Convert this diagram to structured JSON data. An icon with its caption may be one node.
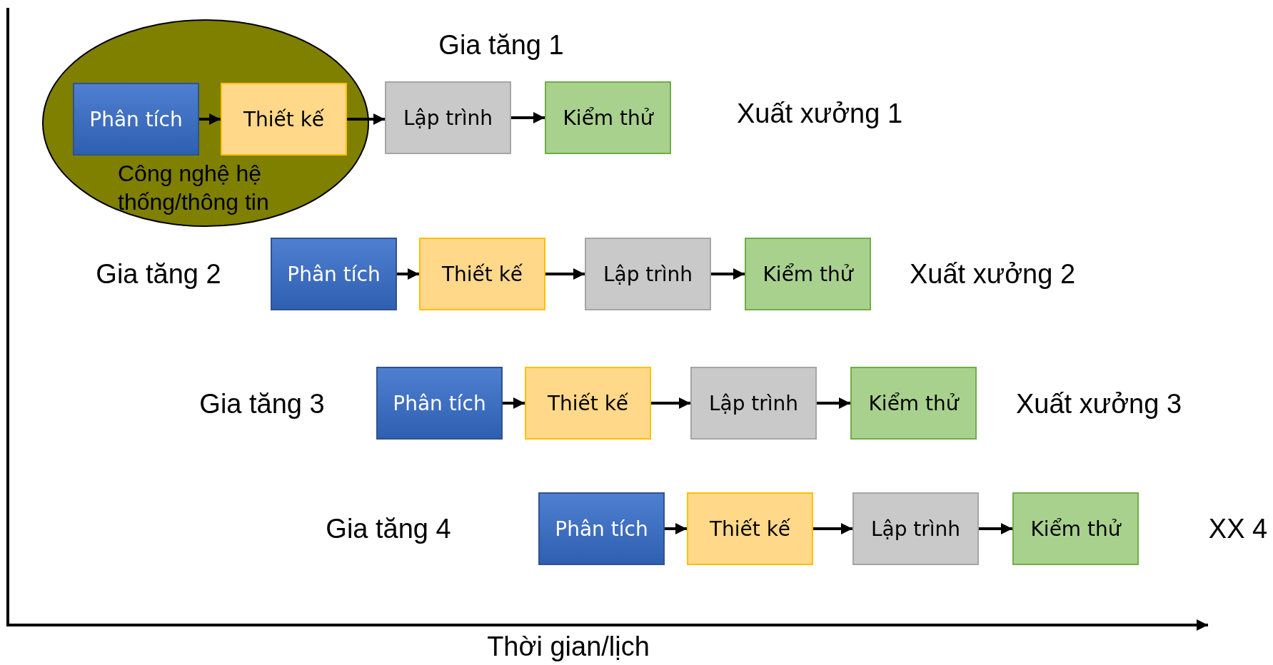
{
  "diagram": {
    "nodes": [
      {
        "text": [
          "Công nghệ hệ thống/thông tin"
        ]
      },
      {
        "text": [
          "Phân tích"
        ],
        "in": 0
      },
      {
        "text": [
          "Thiết kế"
        ],
        "in": 0
      },
      {
        "text": [
          "Lập trình"
        ]
      },
      {
        "text": [
          "Kiểm thử"
        ]
      },
      {
        "text": [
          "Phân tích"
        ]
      },
      {
        "text": [
          "Thiết kế"
        ]
      },
      {
        "text": [
          "Lập trình"
        ]
      },
      {
        "text": [
          "Kiểm thử"
        ]
      },
      {
        "text": [
          "Phân tích"
        ]
      },
      {
        "text": [
          "Thiết kế"
        ]
      },
      {
        "text": [
          "Lập trình"
        ]
      },
      {
        "text": [
          "Kiểm thử"
        ]
      },
      {
        "text": [
          "Phân tích"
        ]
      },
      {
        "text": [
          "Thiết kế"
        ]
      },
      {
        "text": [
          "Lập trình"
        ]
      },
      {
        "text": [
          "Kiểm thử"
        ]
      }
    ],
    "edges": [
      {
        "from": 1,
        "to": 2,
        "arrow": "to"
      },
      {
        "from": 2,
        "to": 3,
        "arrow": "to"
      },
      {
        "from": 3,
        "to": 4,
        "arrow": "to"
      },
      {
        "from": 5,
        "to": 6,
        "arrow": "to"
      },
      {
        "from": 6,
        "to": 7,
        "arrow": "to"
      },
      {
        "from": 7,
        "to": 8,
        "arrow": "to"
      },
      {
        "from": 9,
        "to": 10,
        "arrow": "to"
      },
      {
        "from": 10,
        "to": 11,
        "arrow": "to"
      },
      {
        "from": 11,
        "to": 12,
        "arrow": "to"
      },
      {
        "from": 13,
        "to": 14,
        "arrow": "to"
      },
      {
        "from": 14,
        "to": 15,
        "arrow": "to"
      },
      {
        "from": 15,
        "to": 16,
        "arrow": "to"
      }
    ],
    "labels": [
      "Gia tăng 1",
      "Xuất xưởng 1",
      "Gia tăng 2",
      "Xuất xưởng 2",
      "Gia tăng 3",
      "Xuất xưởng 3",
      "Gia tăng 4",
      "XX 4",
      "Thời gian/lịch"
    ]
  }
}
